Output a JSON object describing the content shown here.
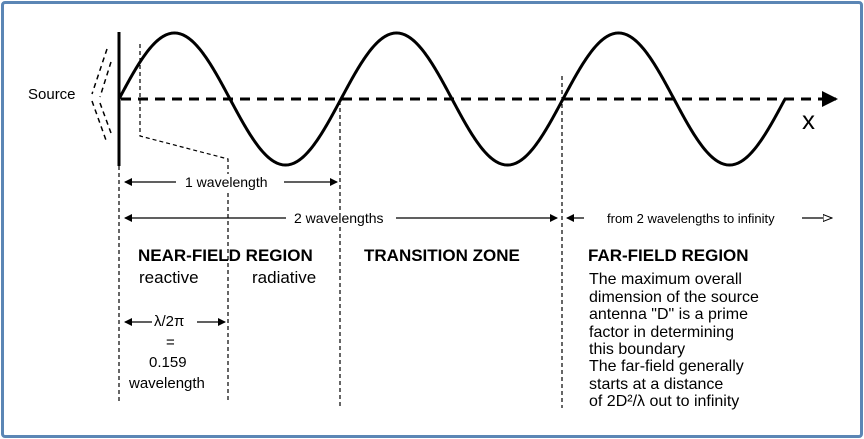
{
  "labels": {
    "source": "Source",
    "x_axis": "x",
    "one_wavelength": "1 wavelength",
    "two_wavelengths": "2 wavelengths",
    "far_span": "from 2 wavelengths to infinity"
  },
  "regions": {
    "near_field": "NEAR-FIELD REGION",
    "reactive": "reactive",
    "radiative": "radiative",
    "transition": "TRANSITION ZONE",
    "far_field": "FAR-FIELD REGION"
  },
  "reactive_limit": {
    "line1": "λ/2π",
    "line2": "=",
    "line3": "0.159",
    "line4": "wavelength"
  },
  "far_field_notes": {
    "para1": "The maximum overall\ndimension of the source\nantenna \"D\" is a prime\nfactor in determining\nthis boundary",
    "para2": "The far-field generally\nstarts at a distance\nof 2D²/λ out to infinity"
  },
  "wave": {
    "cycles": 3.0
  },
  "colors": {
    "frame": "#5b86b5",
    "ink": "#000000"
  }
}
